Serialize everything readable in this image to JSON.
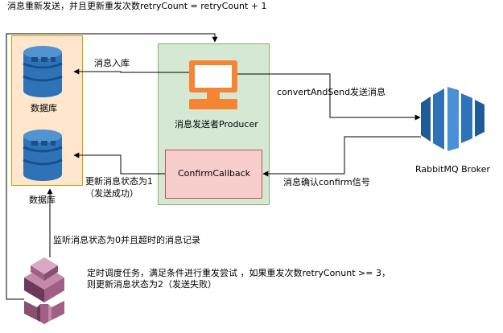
{
  "labels": {
    "top_note": "消息重新发送，并且更新重发次数retryCount = retryCount + 1",
    "db1": "数据库",
    "db2": "数据库",
    "msg_save": "消息入库",
    "producer": "消息发送者Producer",
    "convert_send": "convertAndSend发送消息",
    "rabbitmq": "RabbitMQ Broker",
    "confirm_callback": "ConfirmCallback",
    "confirm_signal": "消息确认confirm信号",
    "update_status_1": "更新消息状态为1",
    "send_success": "（发送成功）",
    "monitor": "监听消息状态为0并且超时的消息记录",
    "task_line1": "定时调度任务，满足条件进行重发尝试 ，如果重发次数retryConunt >= 3，",
    "task_line2": "则更新消息状态为2（发送失败）"
  },
  "colors": {
    "db_group_fill": "#ffe6cc",
    "db_group_stroke": "#d79b00",
    "producer_group_fill": "#d5e8d4",
    "producer_group_stroke": "#82b366",
    "callback_fill": "#f8cecc",
    "callback_stroke": "#b85450",
    "db_icon": "#2e73b8",
    "db_icon_dark": "#1a4f8a",
    "computer_orange": "#f58534",
    "rabbitmq_blue": "#2e73b8",
    "task_purple": "#a25f86"
  },
  "icons": [
    "database-icon",
    "database-icon",
    "computer-icon",
    "rabbitmq-icon",
    "scheduler-icon"
  ]
}
